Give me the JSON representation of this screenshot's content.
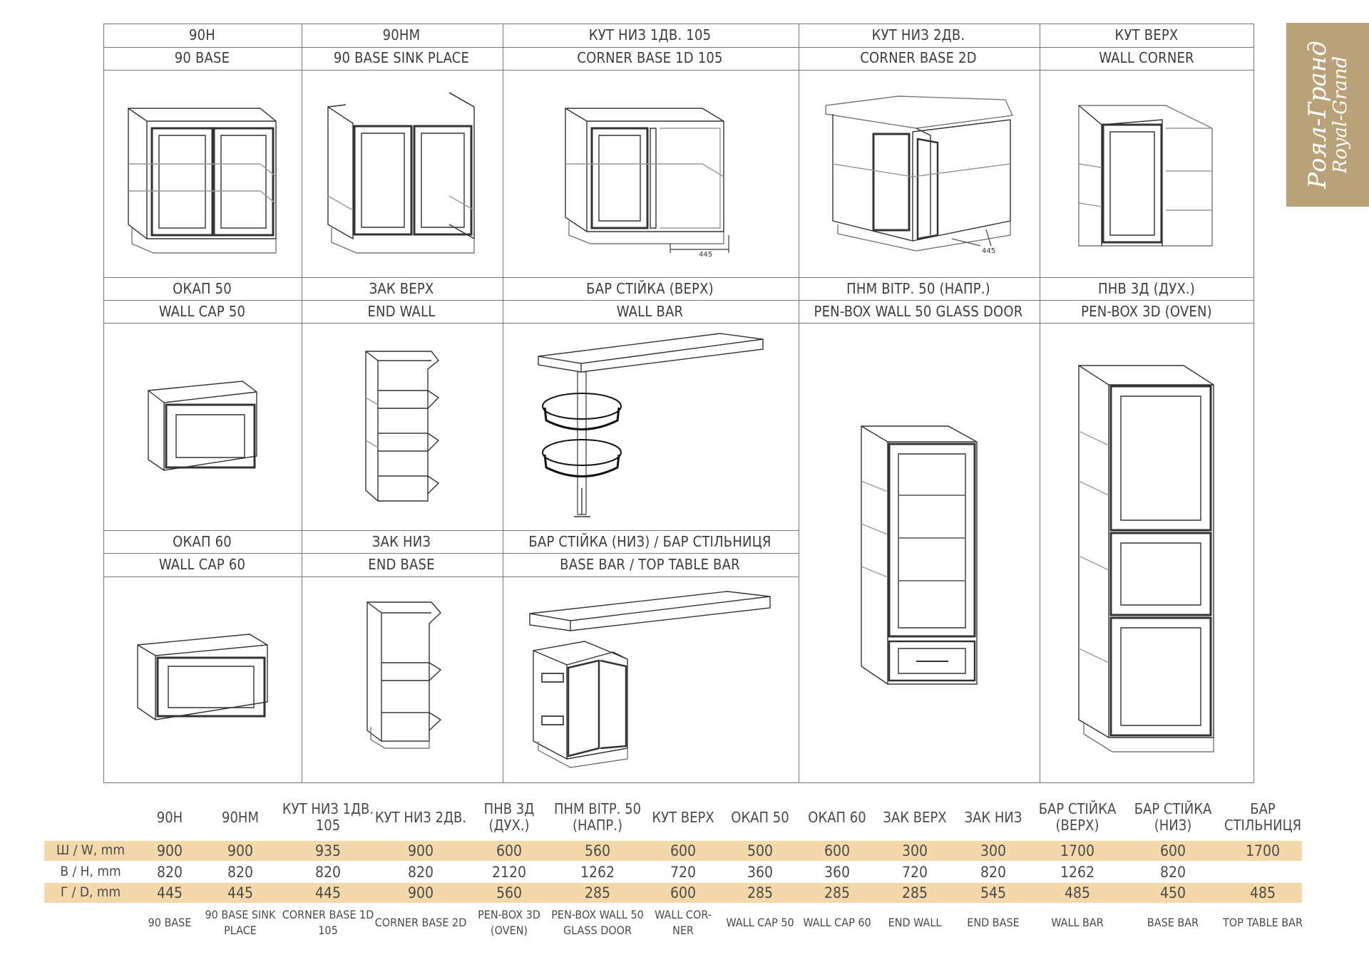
{
  "brand": {
    "title_ua": "Роял-Гранд",
    "title_en": "Royal-Grand",
    "color": "#b9a17a"
  },
  "catalog": {
    "row1": [
      {
        "ua": "90Н",
        "en": "90 BASE",
        "icon": "base-cabinet-2door"
      },
      {
        "ua": "90НМ",
        "en": "90 BASE SINK PLACE",
        "icon": "sink-base-cabinet"
      },
      {
        "ua": "КУТ НИЗ 1ДВ. 105",
        "en": "CORNER BASE 1D 105",
        "icon": "corner-base-1door",
        "dim": "445"
      },
      {
        "ua": "КУТ НИЗ 2ДВ.",
        "en": "CORNER BASE 2D",
        "icon": "corner-base-2door",
        "dim": "445"
      },
      {
        "ua": "КУТ ВЕРХ",
        "en": "WALL CORNER",
        "icon": "wall-corner-cabinet"
      }
    ],
    "row2": [
      {
        "ua": "ОКАП 50",
        "en": "WALL CAP 50",
        "icon": "wall-cap-cabinet"
      },
      {
        "ua": "ЗАК ВЕРХ",
        "en": "END WALL",
        "icon": "end-wall-shelf"
      },
      {
        "ua": "БАР СТІЙКА (ВЕРХ)",
        "en": "WALL BAR",
        "icon": "wall-bar-with-baskets"
      },
      {
        "ua": "ПНМ ВІТР. 50 (НАПР.)",
        "en": "PEN-BOX WALL 50 GLASS DOOR",
        "icon": "glass-door-cabinet"
      },
      {
        "ua": "ПНВ 3Д (ДУХ.)",
        "en": "PEN-BOX 3D (OVEN)",
        "icon": "tall-3door-cabinet"
      }
    ],
    "row3": [
      {
        "ua": "ОКАП 60",
        "en": "WALL CAP 60",
        "icon": "wall-cap-cabinet"
      },
      {
        "ua": "ЗАК НИЗ",
        "en": "END BASE",
        "icon": "end-base-shelf"
      },
      {
        "ua": "БАР СТІЙКА (НИЗ) / БАР СТІЛЬНИЦЯ",
        "en": "BASE BAR / TOP TABLE BAR",
        "icon": "base-bar-table"
      }
    ]
  },
  "table": {
    "headers": [
      "90Н",
      "90НМ",
      "КУТ НИЗ 1ДВ. 105",
      "КУТ НИЗ 2ДВ.",
      "ПНВ 3Д (ДУХ.)",
      "ПНМ ВІТР. 50 (НАПР.)",
      "КУТ ВЕРХ",
      "ОКАП 50",
      "ОКАП 60",
      "ЗАК ВЕРХ",
      "ЗАК НИЗ",
      "БАР СТІЙКА (ВЕРХ)",
      "БАР СТІЙКА (НИЗ)",
      "БАР СТІЛЬНИЦЯ"
    ],
    "rows": [
      {
        "label": "Ш / W, mm",
        "values": [
          "900",
          "900",
          "935",
          "900",
          "600",
          "560",
          "600",
          "500",
          "600",
          "300",
          "300",
          "1700",
          "600",
          "1700"
        ]
      },
      {
        "label": "В / H, mm",
        "values": [
          "820",
          "820",
          "820",
          "820",
          "2120",
          "1262",
          "720",
          "360",
          "360",
          "720",
          "820",
          "1262",
          "820",
          ""
        ]
      },
      {
        "label": "Г / D, mm",
        "values": [
          "445",
          "445",
          "445",
          "900",
          "560",
          "285",
          "600",
          "285",
          "285",
          "285",
          "545",
          "485",
          "450",
          "485"
        ]
      }
    ],
    "footers": [
      "90 BASE",
      "90 BASE SINK PLACE",
      "CORNER BASE 1D 105",
      "CORNER BASE 2D",
      "PEN-BOX 3D (OVEN)",
      "PEN-BOX WALL 50 GLASS DOOR",
      "WALL COR- NER",
      "WALL CAP 50",
      "WALL CAP 60",
      "END WALL",
      "END BASE",
      "WALL BAR",
      "BASE BAR",
      "TOP TABLE BAR"
    ],
    "band_color": "#f3d9aa"
  }
}
